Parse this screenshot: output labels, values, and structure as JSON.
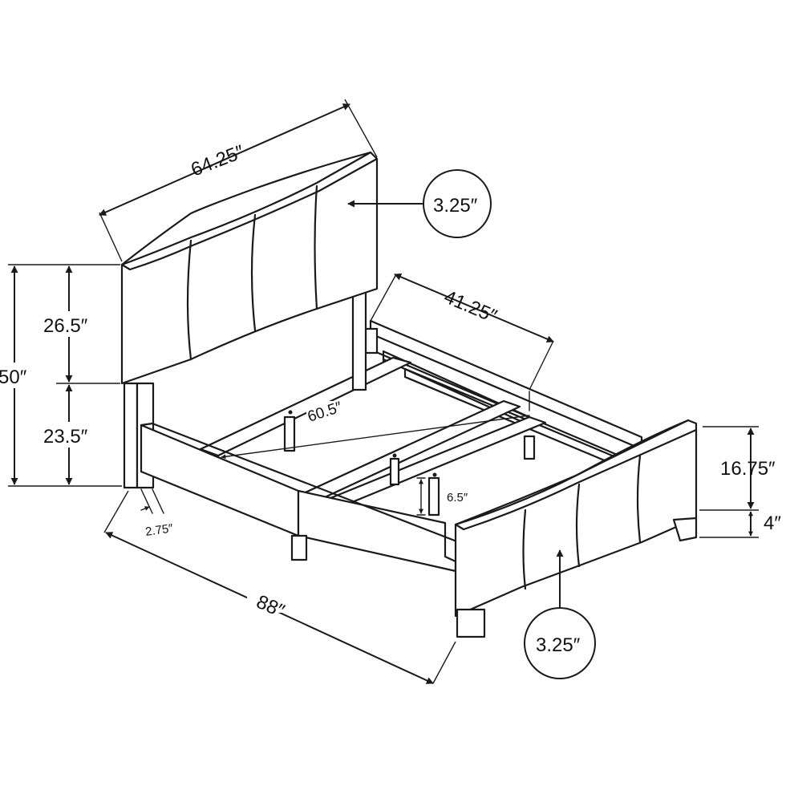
{
  "dimensions": {
    "headboard_width": "64.25″",
    "headboard_thickness": "3.25″",
    "inner_width": "41.25″",
    "slat_length": "60.5″",
    "headboard_panel_height": "26.5″",
    "overall_height": "50″",
    "leg_height_head": "23.5″",
    "leg_width": "2.75″",
    "overall_length": "88″",
    "footboard_height": "16.75″",
    "footboard_clearance": "4″",
    "center_leg_height": "6.5″",
    "footboard_thickness": "3.25″"
  }
}
